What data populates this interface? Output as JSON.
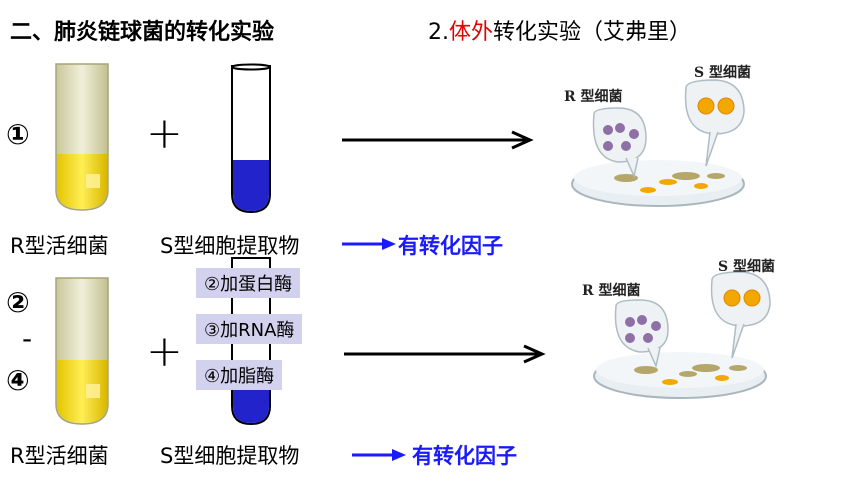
{
  "title": "二、肺炎链球菌的转化实验",
  "subtitle": {
    "number": "2.",
    "highlight": "体外",
    "rest": "转化实验（艾弗里）"
  },
  "row1": {
    "marker": "①",
    "tube_label": "R型活细菌",
    "extract_label": "S型细胞提取物",
    "result": "有转化因子",
    "dish": {
      "r_label": "R 型细菌",
      "s_label": "S 型细菌"
    }
  },
  "row2": {
    "marker_top": "②",
    "marker_dash": "-",
    "marker_bottom": "④",
    "tube_label": "R型活细菌",
    "extract_label": "S型细胞提取物",
    "result": "有转化因子",
    "enzymes": [
      "②加蛋白酶",
      "③加RNA酶",
      "④加脂酶"
    ],
    "dish": {
      "r_label": "R 型细菌",
      "s_label": "S 型细菌"
    }
  },
  "plus": "+",
  "colors": {
    "extract_blue": "#2323cc",
    "tube_yellow": "#f5e020",
    "arrow_blue": "#1a1aff",
    "highlight_red": "#e60000"
  }
}
